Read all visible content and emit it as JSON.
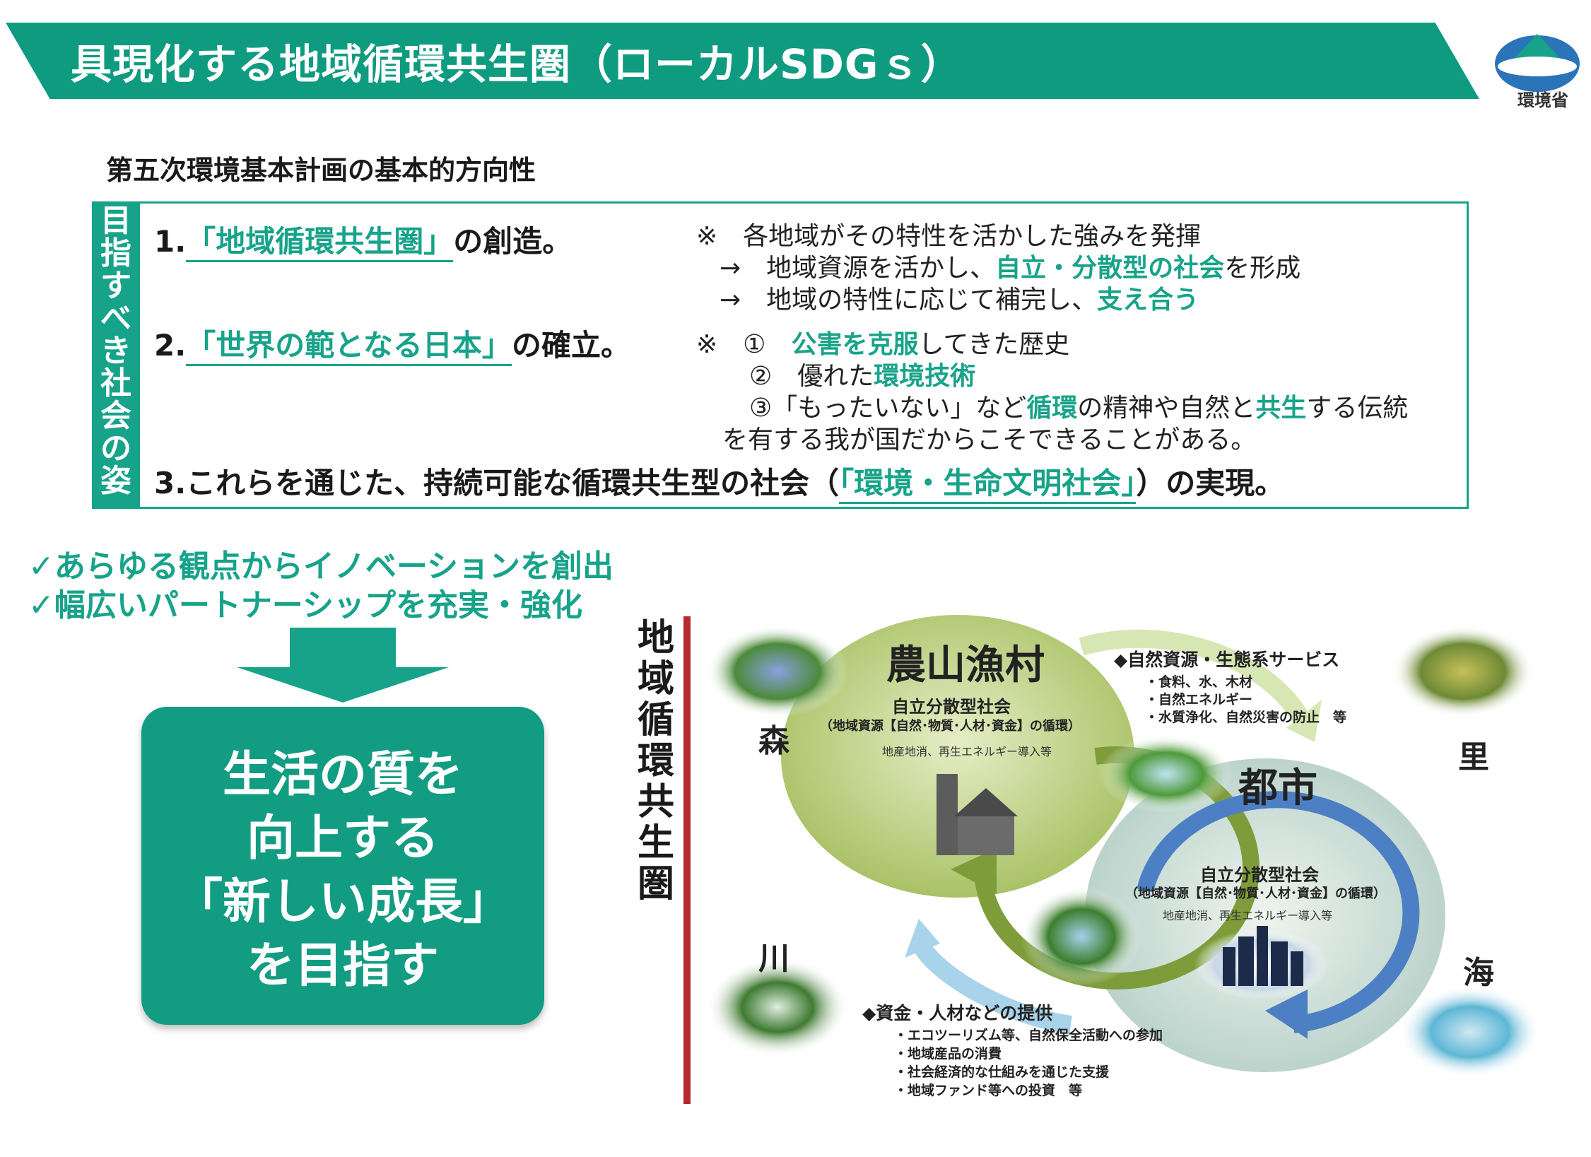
{
  "header": {
    "title": "具現化する地域循環共生圏（ローカルSDGｓ）",
    "logo_text": "環境省",
    "logo_icon": "ministry-logo-icon"
  },
  "subtitle": "第五次環境基本計画の基本的方向性",
  "policy": {
    "side_label": "目指すべき社会の姿",
    "item1": {
      "num": "1.",
      "highlight": "「地域循環共生圏」",
      "rest": "の創造。"
    },
    "item2": {
      "num": "2.",
      "highlight": "「世界の範となる日本」",
      "rest": "の確立。"
    },
    "item3": {
      "pre": "3.これらを通じた、持続可能な循環共生型の社会（",
      "highlight": "「環境・生命文明社会」",
      "post": "）の実現。"
    },
    "note1": {
      "line1": "※　各地域がその特性を活かした強みを発揮",
      "line2_pre": "→　地域資源を活かし、",
      "line2_hl": "自立・分散型の社会",
      "line2_post": "を形成",
      "line3_pre": "→　地域の特性に応じて補完し、",
      "line3_hl": "支え合う"
    },
    "note2": {
      "line1_pre": "※　①　",
      "line1_hl": "公害を克服",
      "line1_post": "してきた歴史",
      "line2_pre": "②　優れた",
      "line2_hl": "環境技術",
      "line3_pre": "③「もったいない」など",
      "line3_hl1": "循環",
      "line3_mid": "の精神や自然と",
      "line3_hl2": "共生",
      "line3_post": "する伝統",
      "line4": "を有する我が国だからこそできることがある。"
    }
  },
  "left": {
    "check1": "✓あらゆる観点からイノベーションを創出",
    "check2": "✓幅広いパートナーシップを充実・強化",
    "goal_lines": [
      "生活の質を",
      "向上する",
      "「新しい成長」",
      "を目指す"
    ]
  },
  "diagram": {
    "vertical_title": "地域循環共生圏",
    "rural": {
      "title": "農山漁村",
      "sub1": "自立分散型社会",
      "sub2": "（地域資源【自然･物質･人材･資金】の循環）",
      "sub3": "地産地消、再生エネルギー導入等"
    },
    "city": {
      "title": "都市",
      "sub1": "自立分散型社会",
      "sub2": "（地域資源【自然･物質･人材･資金】の循環）",
      "sub3": "地産地消、再生エネルギー導入等"
    },
    "nature_services": {
      "head": "◆自然資源・生態系サービス",
      "items": [
        "・食料、水、木材",
        "・自然エネルギー",
        "・水質浄化、自然災害の防止　等"
      ]
    },
    "funding": {
      "head": "◆資金・人材などの提供",
      "items": [
        "・エコツーリズム等、自然保全活動への参加",
        "・地域産品の消費",
        "・社会経済的な仕組みを通じた支援",
        "・地域ファンド等への投資　等"
      ]
    },
    "labels": {
      "forest": "森",
      "village": "里",
      "river": "川",
      "sea": "海"
    },
    "colors": {
      "rural": "#b7cb79",
      "city": "#c9dcc4",
      "teal": "#17a38a"
    }
  }
}
